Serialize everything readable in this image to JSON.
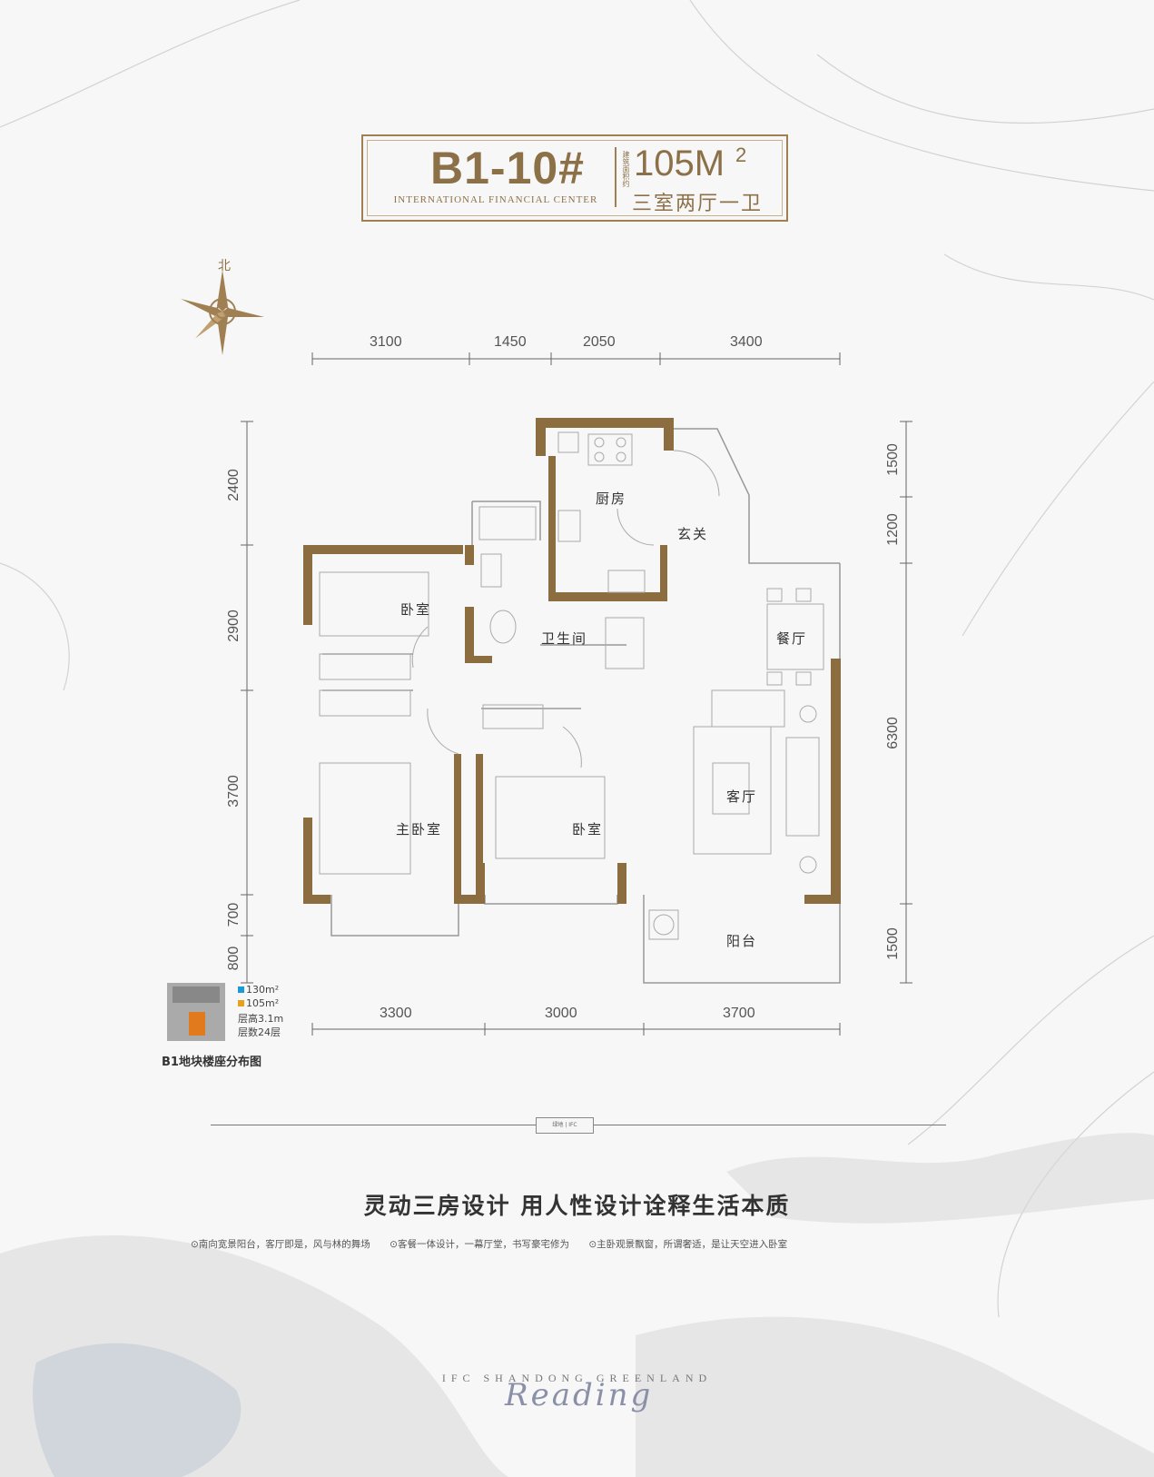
{
  "header": {
    "unit_code": "B1-10#",
    "center_name": "INTERNATIONAL FINANCIAL CENTER",
    "area_prefix": "建筑面积约",
    "area": "105M",
    "area_sup": "2",
    "layout": "三室两厅一卫"
  },
  "compass": {
    "north_label": "北"
  },
  "dimensions": {
    "top": [
      "3100",
      "1450",
      "2050",
      "3400"
    ],
    "bottom": [
      "3300",
      "3000",
      "3700"
    ],
    "left": [
      "2400",
      "2900",
      "3700",
      "700",
      "800"
    ],
    "right": [
      "1500",
      "1200",
      "6300",
      "1500"
    ]
  },
  "rooms": {
    "kitchen": "厨房",
    "entrance": "玄关",
    "bedroom_north": "卧室",
    "bathroom": "卫生间",
    "dining": "餐厅",
    "living": "客厅",
    "master_bedroom": "主卧室",
    "bedroom_south": "卧室",
    "balcony": "阳台"
  },
  "legend": {
    "items": [
      {
        "label": "130m²",
        "color": "#1a9ad6"
      },
      {
        "label": "105m²",
        "color": "#e8a11c"
      }
    ],
    "floor_height": "层高3.1m",
    "floors": "层数24层",
    "title": "B1地块楼座分布图"
  },
  "divider_tag": "绿地 | IFC",
  "slogan": "灵动三房设计   用人性设计诠释生活本质",
  "features": [
    "⊙南向宽景阳台，客厅即是，风与林的舞场",
    "⊙客餐一体设计，一幕厅堂，书写豪宅修为",
    "⊙主卧观景飘窗，所谓奢适，是让天空进入卧室"
  ],
  "footer": {
    "english": "IFC SHANDONG GREENLAND",
    "script": "Reading"
  },
  "colors": {
    "wall": "#8c6d3f",
    "line": "#999999",
    "gold": "#a08052"
  }
}
